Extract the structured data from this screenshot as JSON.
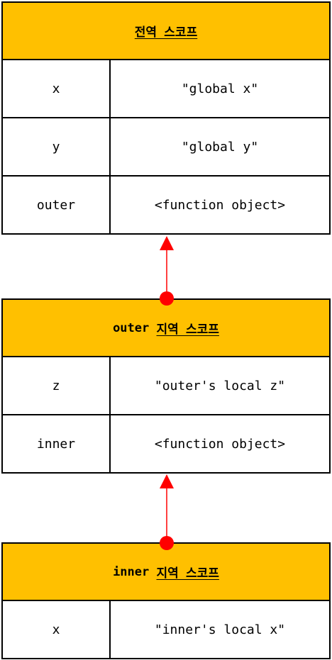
{
  "colors": {
    "header_bg": "#FFC000",
    "border": "#000000",
    "arrow": "#FF0000"
  },
  "scopes": [
    {
      "prefix": "",
      "title": "전역 스코프",
      "rows": [
        {
          "key": "x",
          "value": "\"global x\""
        },
        {
          "key": "y",
          "value": "\"global y\""
        },
        {
          "key": "outer",
          "value": "<function object>"
        }
      ]
    },
    {
      "prefix": "outer",
      "title": "지역 스코프",
      "rows": [
        {
          "key": "z",
          "value": "\"outer's local z\""
        },
        {
          "key": "inner",
          "value": "<function object>"
        }
      ]
    },
    {
      "prefix": "inner",
      "title": "지역 스코프",
      "rows": [
        {
          "key": "x",
          "value": "\"inner's local x\""
        }
      ]
    }
  ]
}
